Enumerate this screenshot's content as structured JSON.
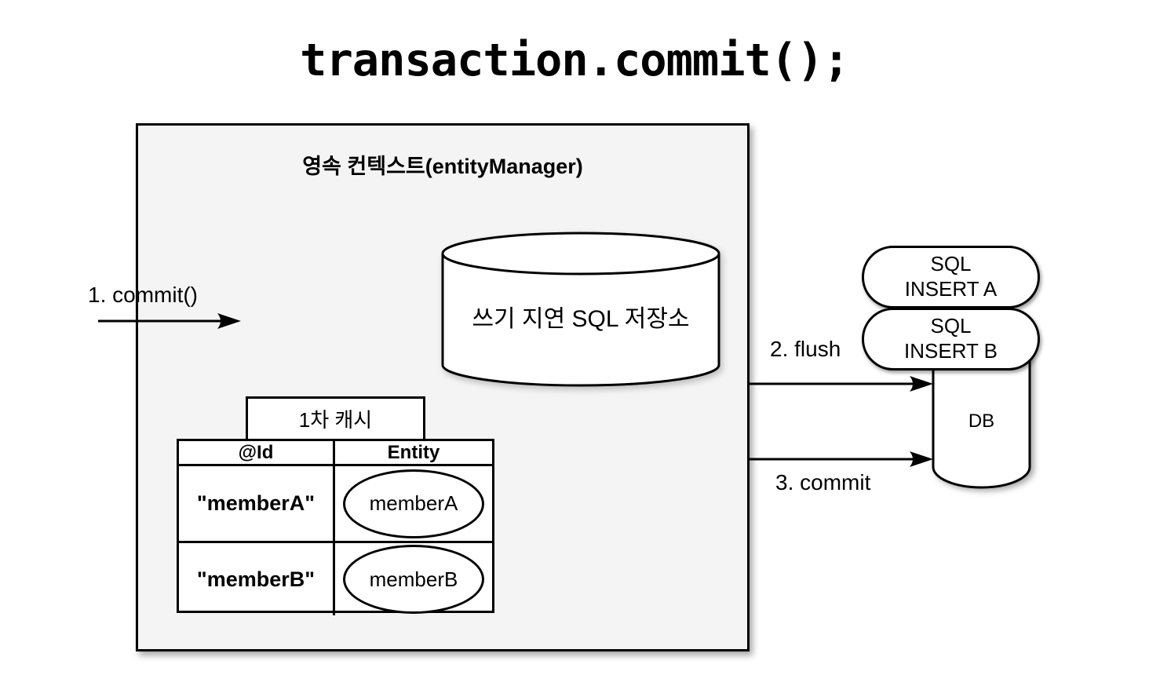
{
  "title": "transaction.commit();",
  "persistence_context": {
    "label": "영속 컨텍스트(entityManager)",
    "sql_store_label": "쓰기 지연 SQL 저장소",
    "cache_label": "1차 캐시",
    "cache_table": {
      "headers": [
        "@Id",
        "Entity"
      ],
      "rows": [
        {
          "id": "\"memberA\"",
          "entity": "memberA"
        },
        {
          "id": "\"memberB\"",
          "entity": "memberB"
        }
      ]
    }
  },
  "flow": {
    "step1_label": "1. commit()",
    "step2_label": "2. flush",
    "step3_label": "3. commit"
  },
  "sql_queue": [
    {
      "line1": "SQL",
      "line2": "INSERT A"
    },
    {
      "line1": "SQL",
      "line2": "INSERT B"
    }
  ],
  "database": {
    "label": "DB"
  },
  "colors": {
    "canvas_bg": "#ffffff",
    "box_fill": "#f4f4f4",
    "stroke": "#000000",
    "text": "#000000"
  }
}
